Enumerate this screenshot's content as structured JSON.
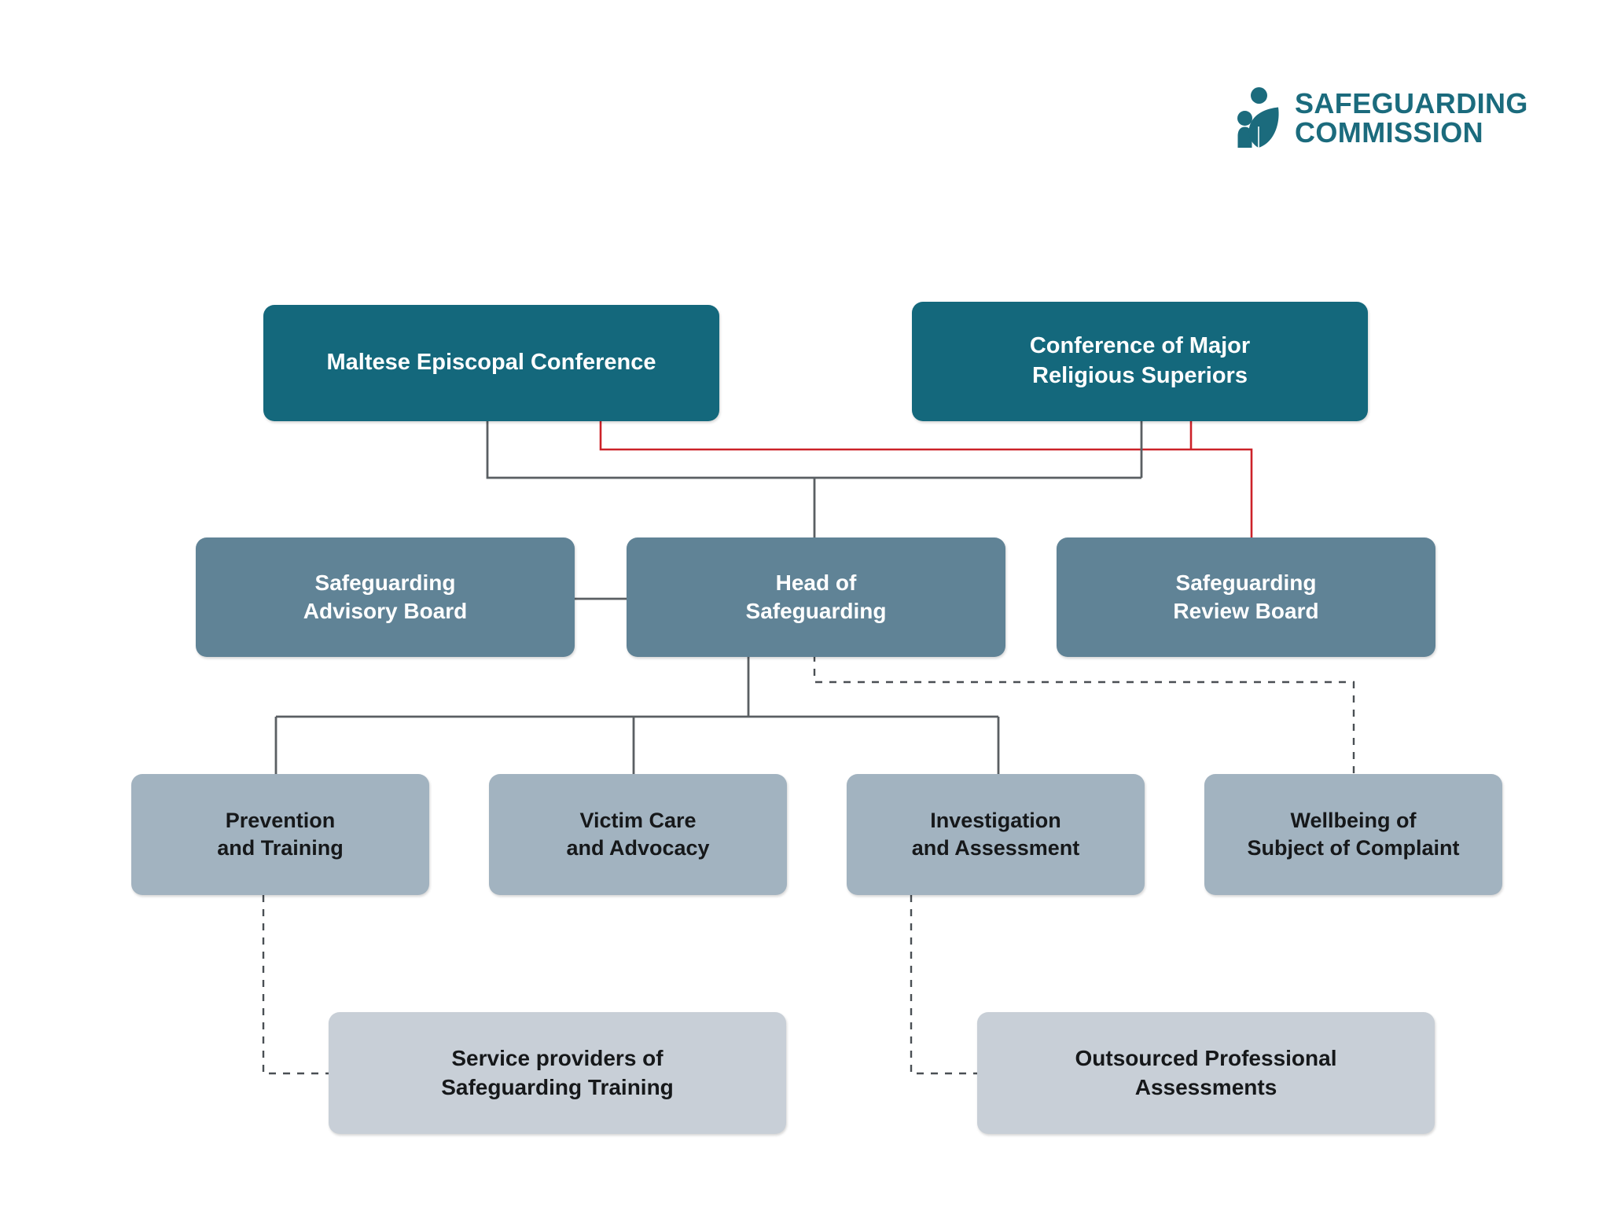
{
  "page": {
    "background_color": "#ffffff",
    "title": "Safeguarding Commission organisational chart"
  },
  "logo": {
    "line1": "SAFEGUARDING",
    "line2": "COMMISSION",
    "color": "#1b6b7d",
    "mark_name": "adult-and-child-leaf-icon"
  },
  "palette": {
    "tier1_fill": "#14687c",
    "tier2_fill": "#608396",
    "tier3_fill": "#a2b3c0",
    "tier4_fill": "#c8cfd7",
    "tier1_text": "#ffffff",
    "tier2_text": "#ffffff",
    "tier3_text": "#16181a",
    "tier4_text": "#16181a",
    "solid_connector": "#5a5f63",
    "red_connector": "#cc2229",
    "dashed_connector": "#4a4f54"
  },
  "chart_data": {
    "type": "diagram",
    "subtype": "organisational-hierarchy",
    "tiers": [
      {
        "level": 1,
        "fill": "#14687c",
        "nodes": [
          {
            "id": "mec",
            "label": "Maltese Episcopal Conference"
          },
          {
            "id": "cmrs",
            "label": "Conference of Major\nReligious Superiors"
          }
        ]
      },
      {
        "level": 2,
        "fill": "#608396",
        "nodes": [
          {
            "id": "sab",
            "label": "Safeguarding\nAdvisory Board"
          },
          {
            "id": "hos",
            "label": "Head of\nSafeguarding"
          },
          {
            "id": "srb",
            "label": "Safeguarding\nReview Board"
          }
        ]
      },
      {
        "level": 3,
        "fill": "#a2b3c0",
        "nodes": [
          {
            "id": "pat",
            "label": "Prevention\nand Training"
          },
          {
            "id": "vca",
            "label": "Victim Care\nand Advocacy"
          },
          {
            "id": "iaa",
            "label": "Investigation\nand Assessment"
          },
          {
            "id": "wsc",
            "label": "Wellbeing of\nSubject of Complaint"
          }
        ]
      },
      {
        "level": 4,
        "fill": "#c8cfd7",
        "nodes": [
          {
            "id": "spst",
            "label": "Service providers of\nSafeguarding Training"
          },
          {
            "id": "opa",
            "label": "Outsourced Professional\nAssessments"
          }
        ]
      }
    ],
    "edges": [
      {
        "from": "mec",
        "to": "hos",
        "style": "solid",
        "color": "#5a5f63"
      },
      {
        "from": "cmrs",
        "to": "hos",
        "style": "solid",
        "color": "#5a5f63"
      },
      {
        "from": "mec",
        "to": "srb",
        "style": "solid",
        "color": "#cc2229"
      },
      {
        "from": "cmrs",
        "to": "srb",
        "style": "solid",
        "color": "#cc2229"
      },
      {
        "from": "sab",
        "to": "hos",
        "style": "solid",
        "color": "#5a5f63"
      },
      {
        "from": "hos",
        "to": "pat",
        "style": "solid",
        "color": "#5a5f63"
      },
      {
        "from": "hos",
        "to": "vca",
        "style": "solid",
        "color": "#5a5f63"
      },
      {
        "from": "hos",
        "to": "iaa",
        "style": "solid",
        "color": "#5a5f63"
      },
      {
        "from": "hos",
        "to": "wsc",
        "style": "dashed",
        "color": "#4a4f54"
      },
      {
        "from": "pat",
        "to": "spst",
        "style": "dashed",
        "color": "#4a4f54"
      },
      {
        "from": "iaa",
        "to": "opa",
        "style": "dashed",
        "color": "#4a4f54"
      }
    ]
  }
}
